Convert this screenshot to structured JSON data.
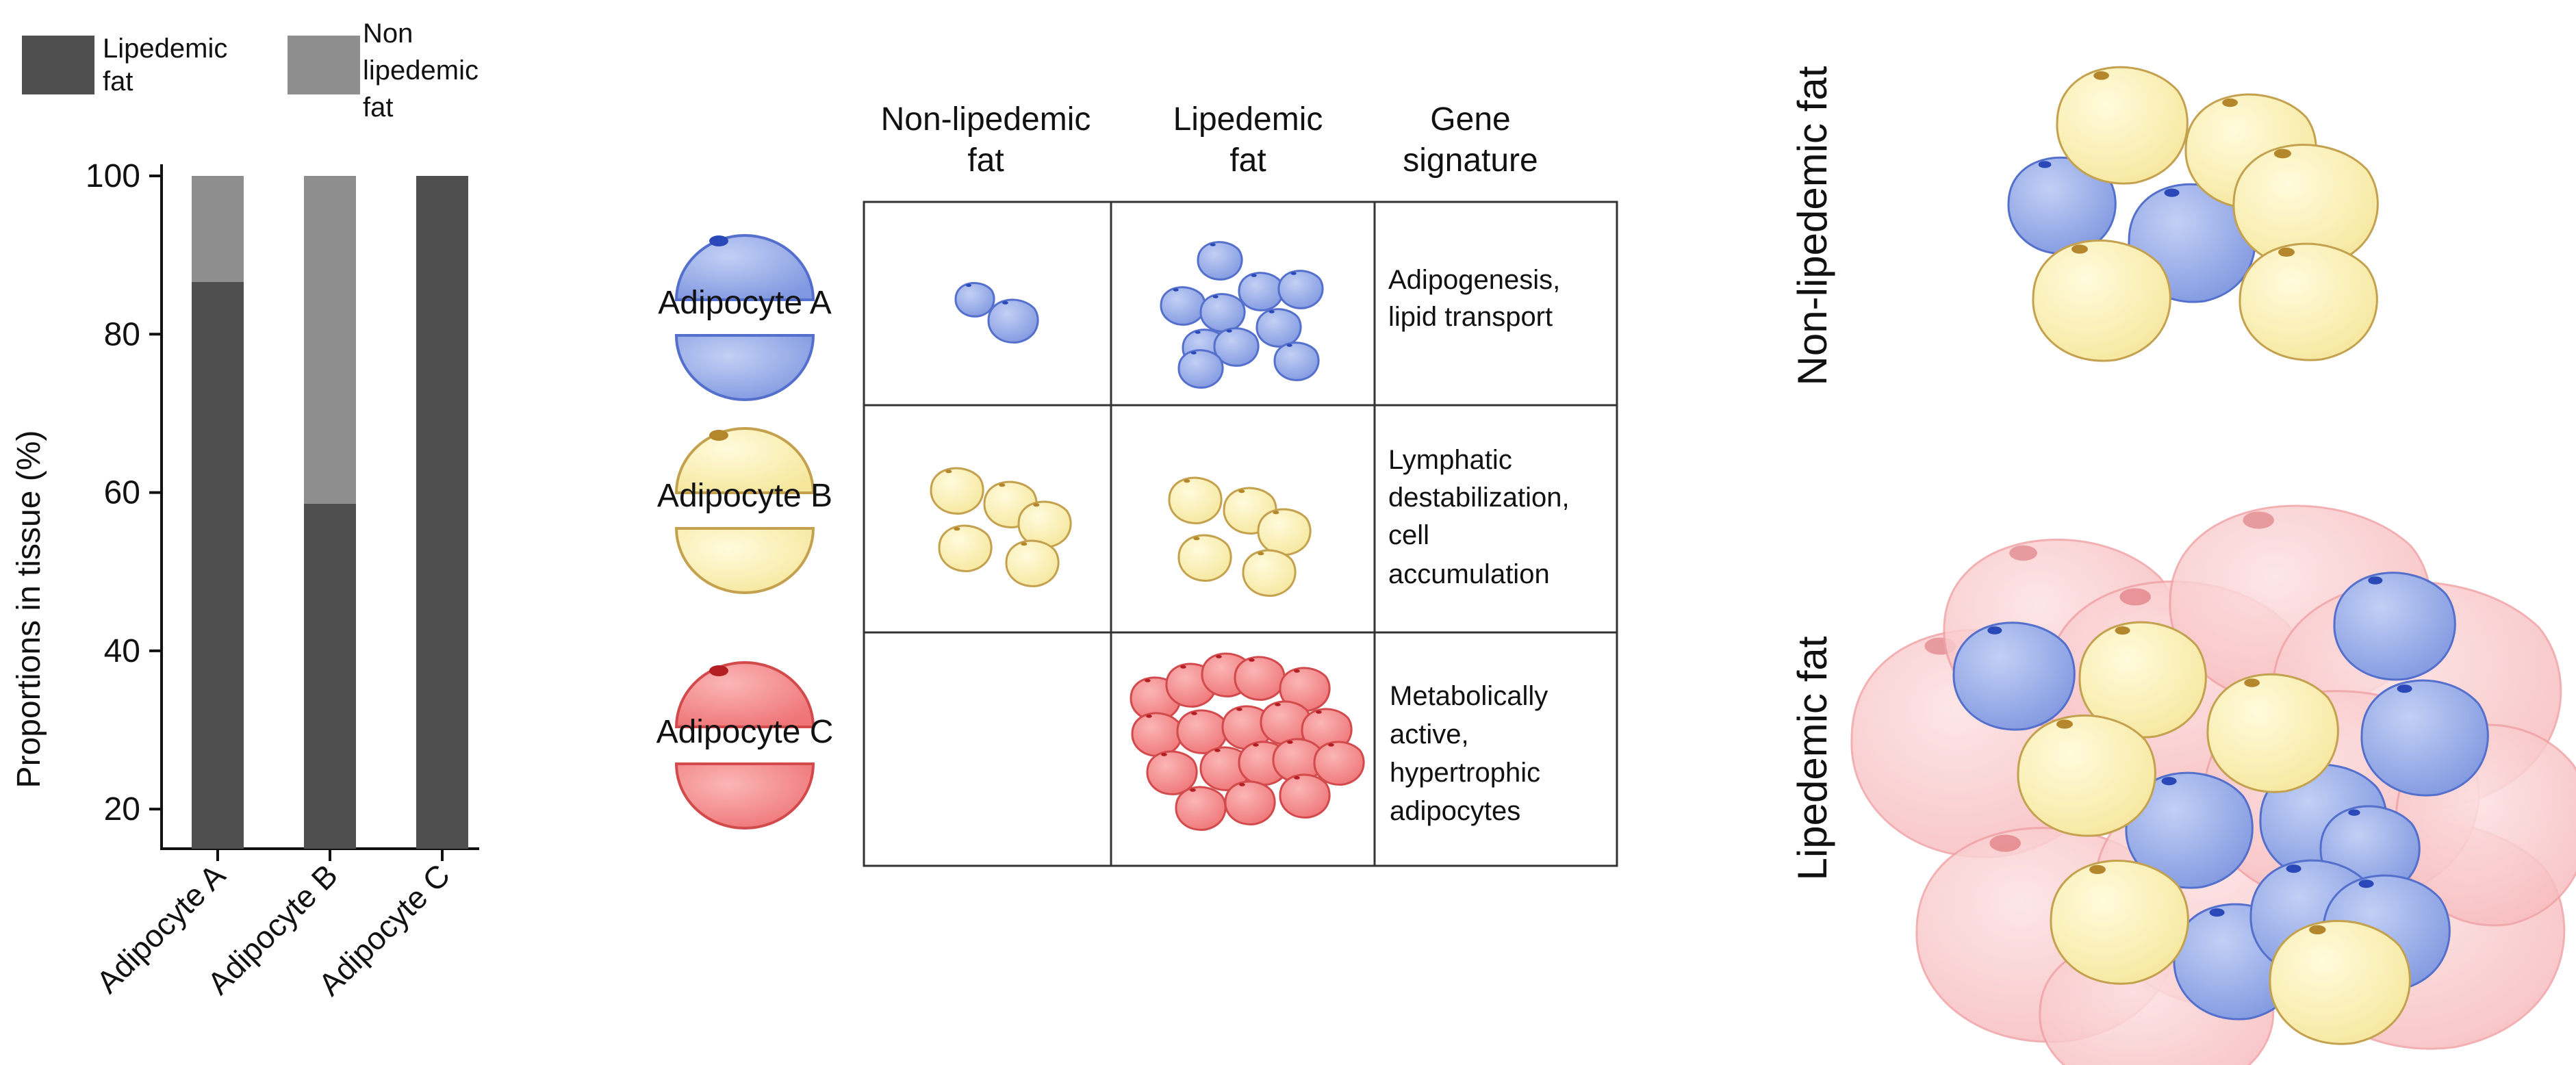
{
  "colors": {
    "lipedemic": "#4f4f4f",
    "non_lipedemic": "#8e8e8e",
    "adipocyte_a_fill": "#93a9ea",
    "adipocyte_a_edge": "#5470cc",
    "adipocyte_b_fill": "#fbf1b0",
    "adipocyte_b_edge": "#c4a14e",
    "adipocyte_c_fill": "#f4898a",
    "adipocyte_c_edge": "#d24a4c",
    "adipocyte_c_light": "#f8c3c5"
  },
  "chart_data": {
    "type": "bar",
    "stacked": true,
    "categories": [
      "Adipocyte A",
      "Adipocyte B",
      "Adipocyte C"
    ],
    "series": [
      {
        "name": "Lipedemic fat",
        "values": [
          86.6,
          58.6,
          100.0
        ]
      },
      {
        "name": "Non lipedemic fat",
        "values": [
          13.4,
          41.4,
          0.0
        ]
      }
    ],
    "ylabel": "Proportions in tissue (%)",
    "yticks": [
      20,
      40,
      60,
      80,
      100
    ],
    "ylim": [
      15,
      103
    ],
    "legend": {
      "position": "top",
      "lipedemic_lines": [
        "Lipedemic",
        "fat"
      ],
      "non_lipedemic_lines": [
        "Non",
        "lipedemic",
        "fat"
      ]
    }
  },
  "table": {
    "headers": {
      "non_lipedemic": [
        "Non-lipedemic",
        "fat"
      ],
      "lipedemic": [
        "Lipedemic",
        "fat"
      ],
      "gene": [
        "Gene",
        "signature"
      ]
    },
    "rows": [
      {
        "label": "Adipocyte A",
        "signature": [
          "Adipogenesis,",
          "lipid transport"
        ]
      },
      {
        "label": "Adipocyte B",
        "signature": [
          "Lymphatic",
          "destabilization,",
          "cell",
          "accumulation"
        ]
      },
      {
        "label": "Adipocyte C",
        "signature": [
          "Metabolically",
          "active,",
          "hypertrophic",
          "adipocytes"
        ]
      }
    ]
  },
  "tissue": {
    "top_label": "Non-lipedemic fat",
    "bottom_label": "Lipedemic fat"
  }
}
